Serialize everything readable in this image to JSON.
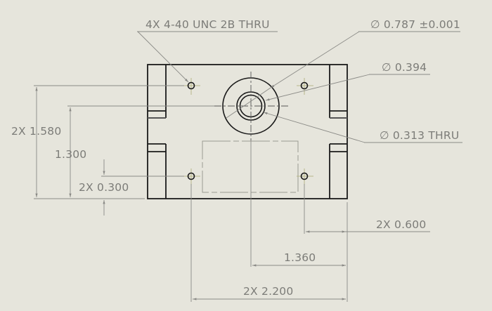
{
  "drawing": {
    "type": "engineering-drawing",
    "view": "top view of rectangular block",
    "colors": {
      "background": "#e6e5dc",
      "geometry": "#1a1a1a",
      "dimension": "#8a8a86",
      "text": "#7c7c78",
      "centermark": "#b8b88a"
    },
    "callouts": {
      "tapped_holes": "4X 4-40 UNC 2B THRU",
      "counterbore_outer": "∅ 0.787 ±0.001",
      "counterbore_inner": "∅ 0.394",
      "through_hole": "∅ 0.313 THRU"
    },
    "dimensions": {
      "height_outer": "2X 1.580",
      "height_center": "1.300",
      "hole_offset_vertical": "2X 0.300",
      "hole_offset_horizontal": "2X 0.600",
      "center_horizontal": "1.360",
      "width_overall": "2X 2.200"
    }
  }
}
